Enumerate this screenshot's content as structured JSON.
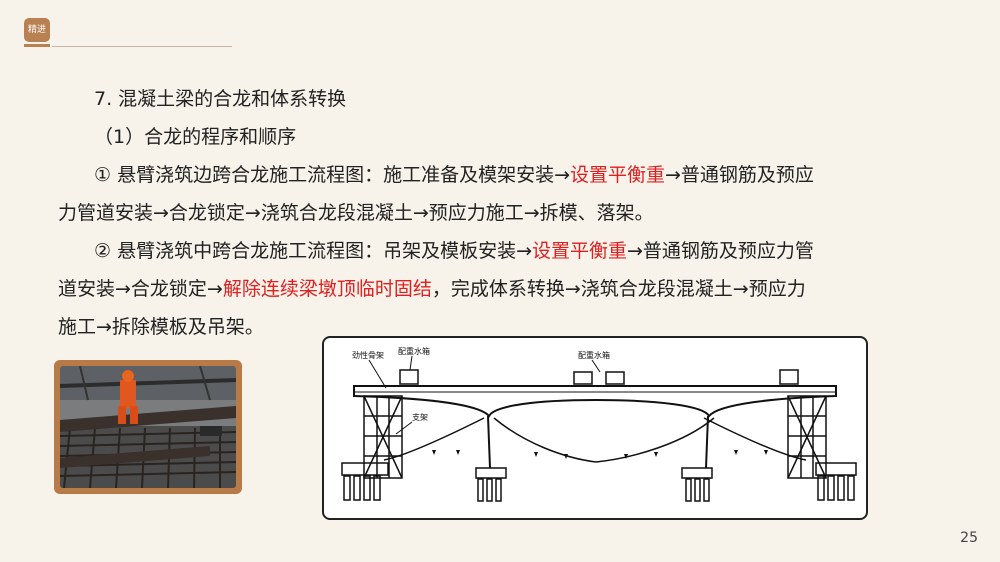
{
  "header": {
    "badge_text": "精进"
  },
  "content": {
    "title": "7. 混凝土梁的合龙和体系转换",
    "subtitle": "（1）合龙的程序和顺序",
    "item1": {
      "l1_a": "① 悬臂浇筑边跨合龙施工流程图：施工准备及模架安装→",
      "l1_hl": "设置平衡重",
      "l1_b": "→普通钢筋及预应",
      "l2": "力管道安装→合龙锁定→浇筑合龙段混凝土→预应力施工→拆模、落架。"
    },
    "item2": {
      "l1_a": "② 悬臂浇筑中跨合龙施工流程图：吊架及模板安装→",
      "l1_hl": "设置平衡重",
      "l1_b": "→普通钢筋及预应力管",
      "l2_a": "道安装→合龙锁定→",
      "l2_hl": "解除连续梁墩顶临时固结",
      "l2_b": "，完成体系转换→浇筑合龙段混凝土→预应力",
      "l3": "施工→拆除模板及吊架。"
    }
  },
  "diagram": {
    "label_skeleton": "劲性骨架",
    "label_tank_left": "配重水箱",
    "label_tank_mid": "配重水箱",
    "label_support": "支架"
  },
  "footer": {
    "page_number": "25"
  },
  "colors": {
    "accent": "#b98152",
    "highlight": "#e02020",
    "background": "#f7f2ea"
  }
}
